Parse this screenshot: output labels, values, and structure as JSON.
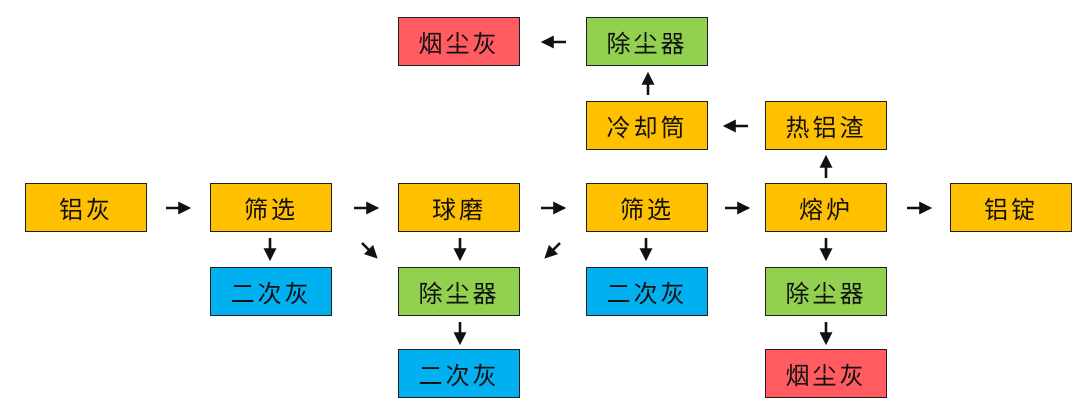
{
  "colors": {
    "process": "#FFC000",
    "dust_collector": "#92D050",
    "secondary_ash": "#00B0F0",
    "smoke_ash": "#FF5B61"
  },
  "nodes": {
    "aluminum_ash": "铝灰",
    "screening_1": "筛选",
    "ball_mill": "球磨",
    "screening_2": "筛选",
    "melting_furnace": "熔炉",
    "aluminum_ingot": "铝锭",
    "secondary_ash_1": "二次灰",
    "dust_collector_mill": "除尘器",
    "secondary_ash_mill": "二次灰",
    "secondary_ash_2": "二次灰",
    "dust_collector_furnace": "除尘器",
    "smoke_ash_bottom": "烟尘灰",
    "hot_aluminum_slag": "热铝渣",
    "cooling_drum": "冷却筒",
    "dust_collector_top": "除尘器",
    "smoke_ash_top": "烟尘灰"
  }
}
